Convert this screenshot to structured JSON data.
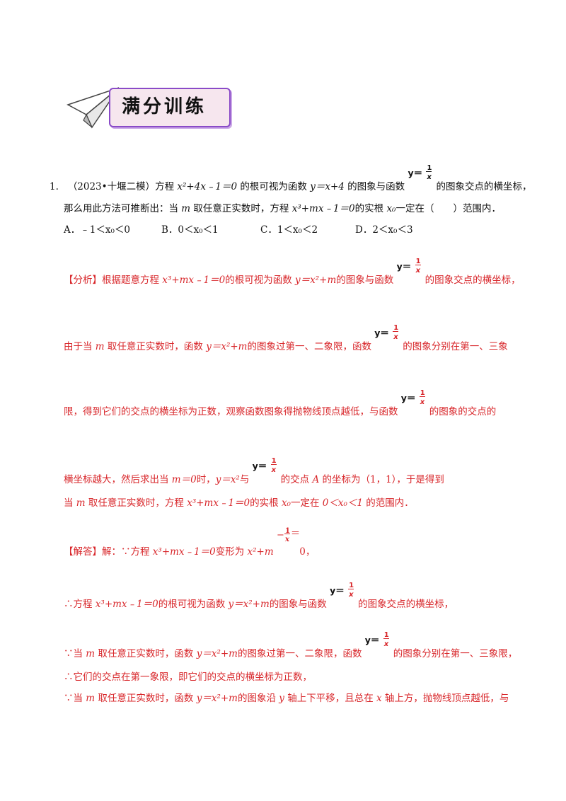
{
  "banner": {
    "title": "满分训练"
  },
  "question": {
    "number": "1.",
    "source": "（2023•十堰二模）",
    "line1_a": "方程 ",
    "line1_b": "的根可视为函数 ",
    "line1_c": "的图象与函数",
    "line1_d": "的图象交点的横坐标，",
    "line2_a": "那么用此方法可推断出：当 ",
    "line2_b": " 取任意正实数时，方程 ",
    "line2_c": "的实根 ",
    "line2_d": "一定在（　　）范围内．",
    "options": [
      {
        "label": "A．",
        "text": "﹣1＜x₀＜0"
      },
      {
        "label": "B．",
        "text": "0＜x₀＜1"
      },
      {
        "label": "C．",
        "text": "1＜x₀＜2"
      },
      {
        "label": "D．",
        "text": "2＜x₀＜3"
      }
    ]
  },
  "analysis": {
    "tag": "【分析】",
    "p1_a": "根据题意方程 ",
    "p1_b": "的根可视为函数 ",
    "p1_c": "的图象与函数",
    "p1_d": "的图象交点的横坐标，",
    "p2_a": "由于当 ",
    "p2_b": " 取任意正实数时，函数 ",
    "p2_c": "的图象过第一、二象限，函数",
    "p2_d": "的图象分别在第一、三象",
    "p3_a": "限，得到它们的交点的横坐标为正数，观察函数图象得抛物线顶点越低，与函数",
    "p3_b": "的图象的交点的",
    "p4_a": "横坐标越大，然后求出当 ",
    "p4_b": "时，",
    "p4_c": "与",
    "p4_d": "的交点 ",
    "p4_e": " 的坐标为（1，1），于是得到",
    "p5_a": "当 ",
    "p5_b": " 取任意正实数时，方程 ",
    "p5_c": "的实根 ",
    "p5_d": "一定在 ",
    "p5_e": " 的范围内．"
  },
  "solution": {
    "tag": "【解答】",
    "l1_a": "解：∵方程 ",
    "l1_b": "变形为 ",
    "l1_c": "0，",
    "l2_a": "∴方程 ",
    "l2_b": "的根可视为函数 ",
    "l2_c": "的图象与函数",
    "l2_d": "的图象交点的横坐标，",
    "l3_a": "∵当 ",
    "l3_b": " 取任意正实数时，函数 ",
    "l3_c": "的图象过第一、二象限，函数",
    "l3_d": "的图象分别在第一、三象限，",
    "l4": "∴它们的交点在第一象限，即它们的交点的横坐标为正数，",
    "l5_a": "∵当 ",
    "l5_b": " 取任意正实数时，函数 ",
    "l5_c": "的图象沿 ",
    "l5_d": " 轴上下平移，且总在 ",
    "l5_e": " 轴上方，抛物线顶点越低，与"
  },
  "math": {
    "eq_q1": "x²+4x﹣1＝0",
    "fn_q1": "y＝x+4",
    "eq_cubic": "x³+mx﹣1＝0",
    "fn_parab": "y＝x²+m",
    "m_zero": "m＝0",
    "fn_x2": "y＝x²",
    "range": "0＜x₀＜1",
    "x0": "x₀",
    "m": "m",
    "A": "A",
    "x": "x",
    "y": "y",
    "frac_lhs": "y＝",
    "frac_num": "1",
    "frac_den": "x",
    "rhs_a": "x²+m"
  }
}
